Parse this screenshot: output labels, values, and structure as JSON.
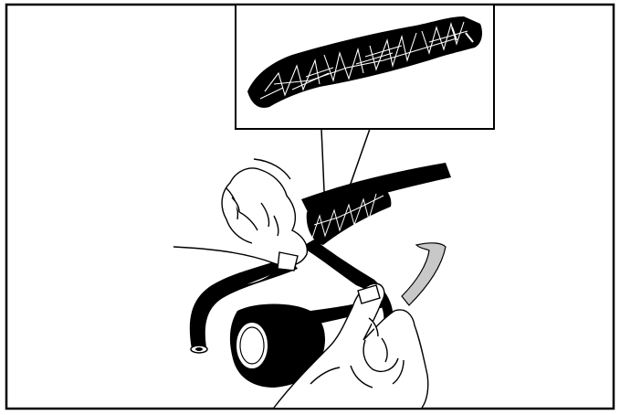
{
  "figure": {
    "background": "#ffffff",
    "ink": "#000000",
    "backing_paper": "#c8c8c8",
    "inset_hatch": "#e6e6e6"
  },
  "parts": {
    "outer_frame": "frame",
    "inset_panel": "magnified-wrap-inset",
    "leader_lines": "callout-lines",
    "hose": "rubber-hose",
    "tape_roll": "tape-roll",
    "tape_strip": "tape-strip",
    "backing_liner": "backing-liner",
    "left_hand": "left-hand",
    "right_hand": "right-hand"
  }
}
